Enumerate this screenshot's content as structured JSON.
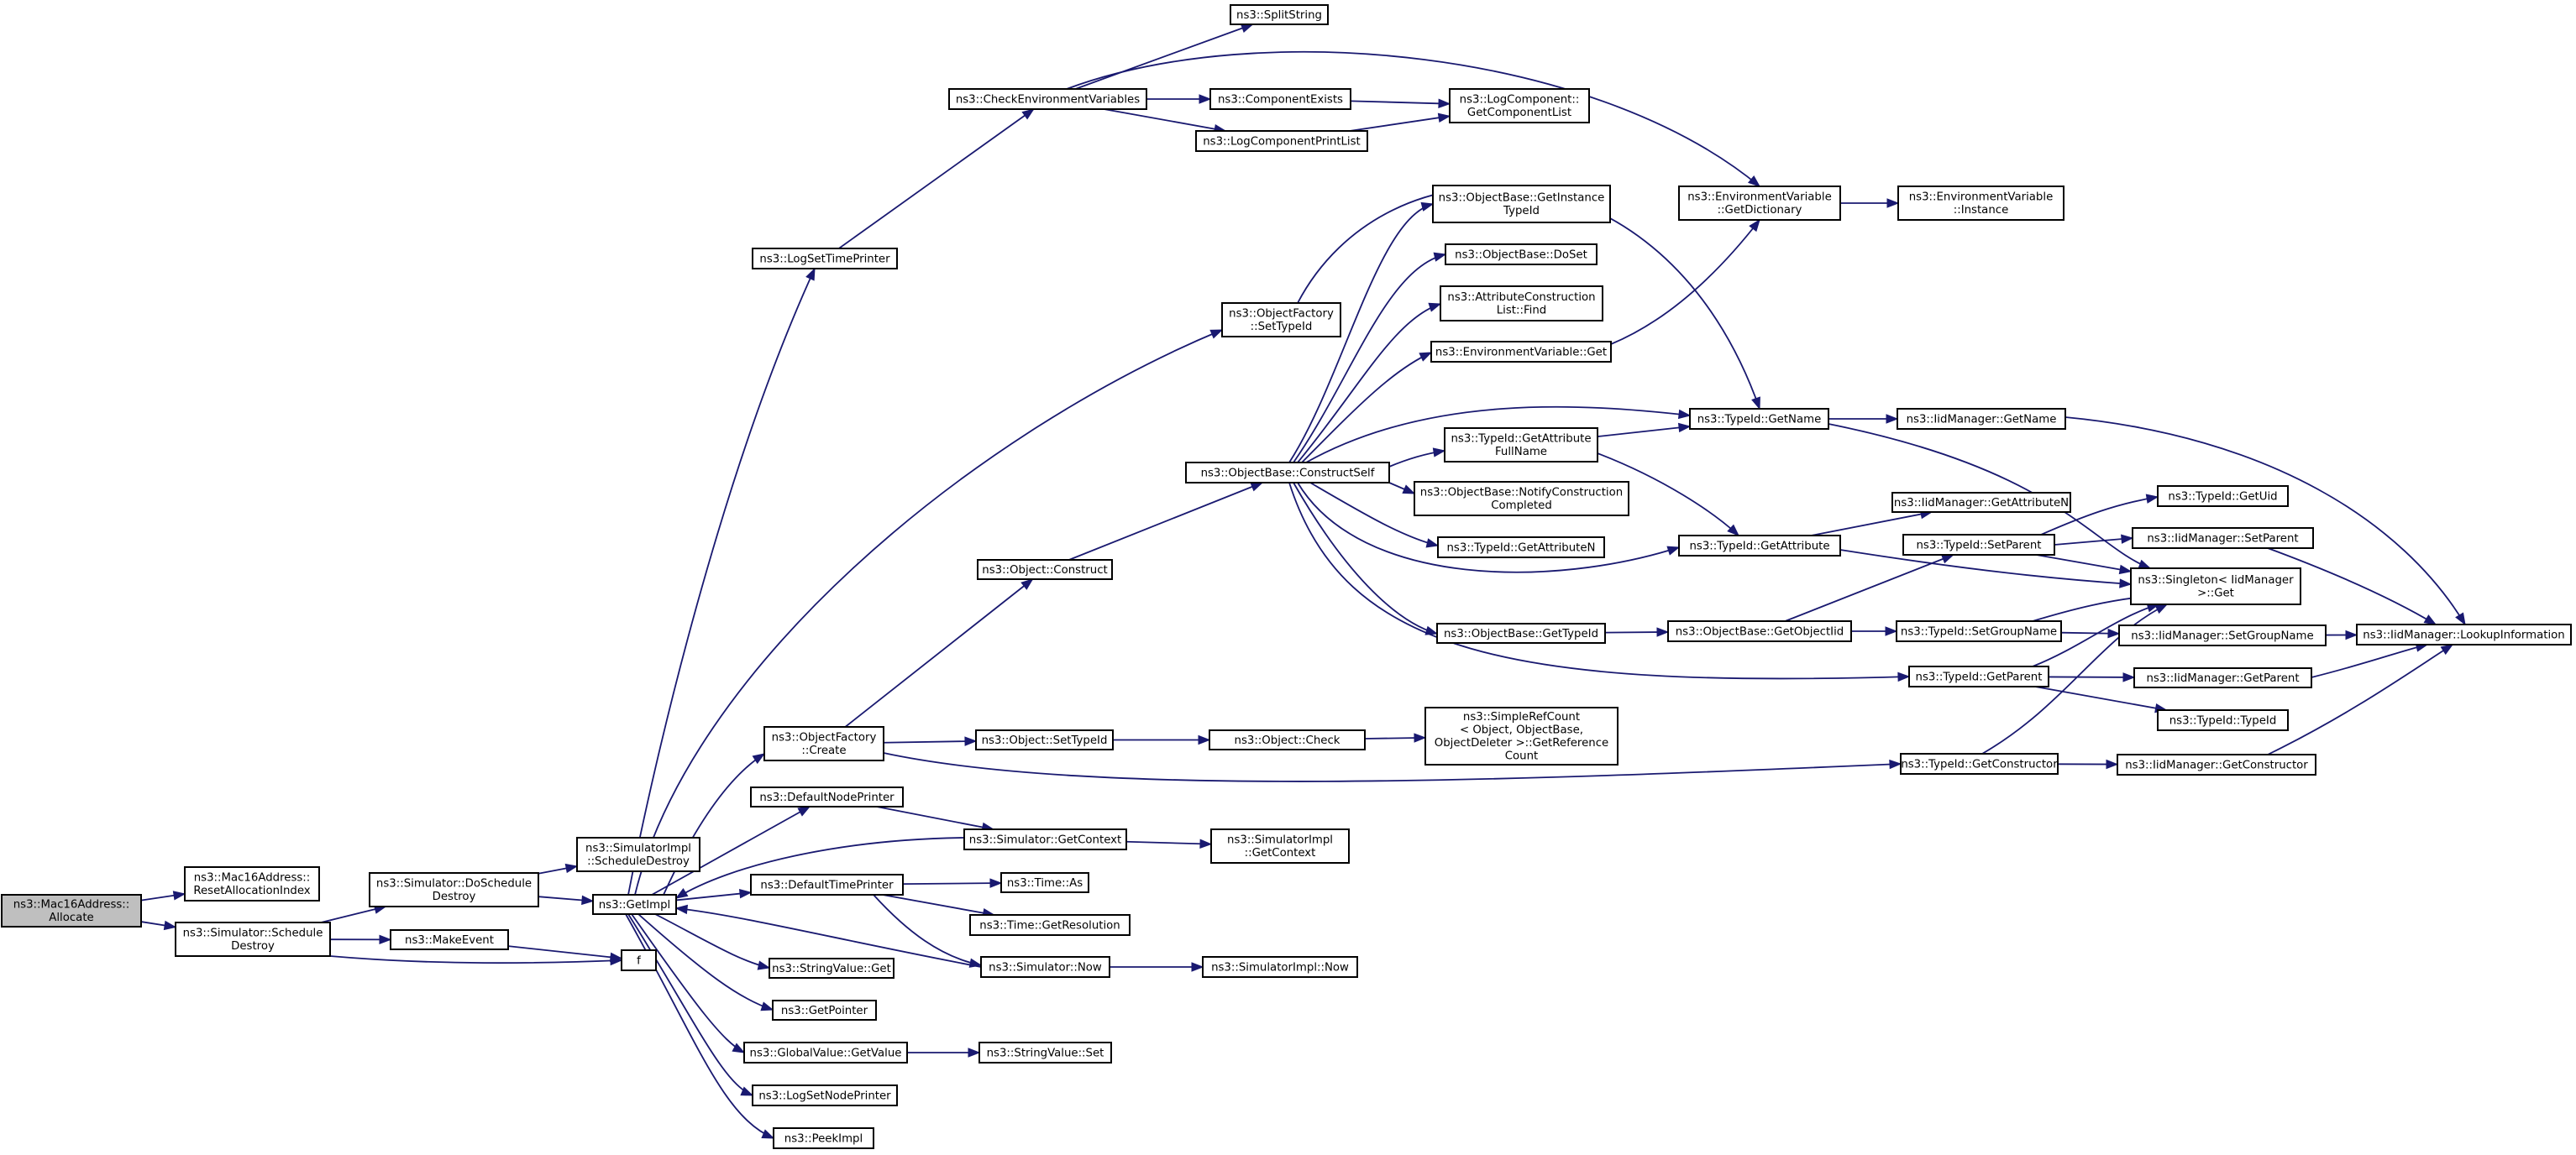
{
  "diagram": {
    "type": "call-graph",
    "edge_color": "#191970",
    "root_fill": "#bfbfbf",
    "node_fill": "#ffffff",
    "nodes": [
      {
        "id": "n_alloc",
        "lines": [
          "ns3::Mac16Address::",
          "Allocate"
        ],
        "root": true
      },
      {
        "id": "n_reset",
        "lines": [
          "ns3::Mac16Address::",
          "ResetAllocationIndex"
        ]
      },
      {
        "id": "n_schedDestroy",
        "lines": [
          "ns3::Simulator::Schedule",
          "Destroy"
        ]
      },
      {
        "id": "n_doSchedDestroy",
        "lines": [
          "ns3::Simulator::DoSchedule",
          "Destroy"
        ]
      },
      {
        "id": "n_makeEvent",
        "lines": [
          "ns3::MakeEvent"
        ]
      },
      {
        "id": "n_f",
        "lines": [
          "f"
        ]
      },
      {
        "id": "n_simImplSchedDestroy",
        "lines": [
          "ns3::SimulatorImpl",
          "::ScheduleDestroy"
        ]
      },
      {
        "id": "n_getImpl",
        "lines": [
          "ns3::GetImpl"
        ]
      },
      {
        "id": "n_logSetTimePrinter",
        "lines": [
          "ns3::LogSetTimePrinter"
        ]
      },
      {
        "id": "n_ofCreate",
        "lines": [
          "ns3::ObjectFactory",
          "::Create"
        ]
      },
      {
        "id": "n_defaultNodePrinter",
        "lines": [
          "ns3::DefaultNodePrinter"
        ]
      },
      {
        "id": "n_defaultTimePrinter",
        "lines": [
          "ns3::DefaultTimePrinter"
        ]
      },
      {
        "id": "n_stringValueGet",
        "lines": [
          "ns3::StringValue::Get"
        ]
      },
      {
        "id": "n_getPointer",
        "lines": [
          "ns3::GetPointer"
        ]
      },
      {
        "id": "n_globalValueGetValue",
        "lines": [
          "ns3::GlobalValue::GetValue"
        ]
      },
      {
        "id": "n_logSetNodePrinter",
        "lines": [
          "ns3::LogSetNodePrinter"
        ]
      },
      {
        "id": "n_peekImpl",
        "lines": [
          "ns3::PeekImpl"
        ]
      },
      {
        "id": "n_checkEnvVars",
        "lines": [
          "ns3::CheckEnvironmentVariables"
        ]
      },
      {
        "id": "n_splitString",
        "lines": [
          "ns3::SplitString"
        ]
      },
      {
        "id": "n_componentExists",
        "lines": [
          "ns3::ComponentExists"
        ]
      },
      {
        "id": "n_logComponentPrintList",
        "lines": [
          "ns3::LogComponentPrintList"
        ]
      },
      {
        "id": "n_logCompGetList",
        "lines": [
          "ns3::LogComponent::",
          "GetComponentList"
        ]
      },
      {
        "id": "n_envVarGetDict",
        "lines": [
          "ns3::EnvironmentVariable",
          "::GetDictionary"
        ]
      },
      {
        "id": "n_envVarInstance",
        "lines": [
          "ns3::EnvironmentVariable",
          "::Instance"
        ]
      },
      {
        "id": "n_ofSetTypeId",
        "lines": [
          "ns3::ObjectFactory",
          "::SetTypeId"
        ]
      },
      {
        "id": "n_objectConstruct",
        "lines": [
          "ns3::Object::Construct"
        ]
      },
      {
        "id": "n_objectSetTypeId",
        "lines": [
          "ns3::Object::SetTypeId"
        ]
      },
      {
        "id": "n_simGetContext",
        "lines": [
          "ns3::Simulator::GetContext"
        ]
      },
      {
        "id": "n_timeAs",
        "lines": [
          "ns3::Time::As"
        ]
      },
      {
        "id": "n_timeGetResolution",
        "lines": [
          "ns3::Time::GetResolution"
        ]
      },
      {
        "id": "n_simNow",
        "lines": [
          "ns3::Simulator::Now"
        ]
      },
      {
        "id": "n_stringValueSet",
        "lines": [
          "ns3::StringValue::Set"
        ]
      },
      {
        "id": "n_objBaseConstructSelf",
        "lines": [
          "ns3::ObjectBase::ConstructSelf"
        ]
      },
      {
        "id": "n_objectCheck",
        "lines": [
          "ns3::Object::Check"
        ]
      },
      {
        "id": "n_simImplGetContext",
        "lines": [
          "ns3::SimulatorImpl",
          "::GetContext"
        ]
      },
      {
        "id": "n_simImplNow",
        "lines": [
          "ns3::SimulatorImpl::Now"
        ]
      },
      {
        "id": "n_objBaseGetInstanceTypeId",
        "lines": [
          "ns3::ObjectBase::GetInstance",
          "TypeId"
        ]
      },
      {
        "id": "n_objBaseDoSet",
        "lines": [
          "ns3::ObjectBase::DoSet"
        ]
      },
      {
        "id": "n_attrConstrListFind",
        "lines": [
          "ns3::AttributeConstruction",
          "List::Find"
        ]
      },
      {
        "id": "n_envVarGet",
        "lines": [
          "ns3::EnvironmentVariable::Get"
        ]
      },
      {
        "id": "n_typeIdGetAttrFullName",
        "lines": [
          "ns3::TypeId::GetAttribute",
          "FullName"
        ]
      },
      {
        "id": "n_objBaseNotifyConstrCompleted",
        "lines": [
          "ns3::ObjectBase::NotifyConstruction",
          "Completed"
        ]
      },
      {
        "id": "n_typeIdGetAttributeN",
        "lines": [
          "ns3::TypeId::GetAttributeN"
        ]
      },
      {
        "id": "n_objBaseGetTypeId",
        "lines": [
          "ns3::ObjectBase::GetTypeId"
        ]
      },
      {
        "id": "n_simpleRefCount",
        "lines": [
          "ns3::SimpleRefCount",
          "< Object, ObjectBase,",
          "ObjectDeleter >::GetReference",
          "Count"
        ]
      },
      {
        "id": "n_typeIdGetName",
        "lines": [
          "ns3::TypeId::GetName"
        ]
      },
      {
        "id": "n_typeIdGetAttribute",
        "lines": [
          "ns3::TypeId::GetAttribute"
        ]
      },
      {
        "id": "n_objBaseGetObjectIid",
        "lines": [
          "ns3::ObjectBase::GetObjectIid"
        ]
      },
      {
        "id": "n_typeIdSetParent",
        "lines": [
          "ns3::TypeId::SetParent"
        ]
      },
      {
        "id": "n_typeIdSetGroupName",
        "lines": [
          "ns3::TypeId::SetGroupName"
        ]
      },
      {
        "id": "n_typeIdGetParent",
        "lines": [
          "ns3::TypeId::GetParent"
        ]
      },
      {
        "id": "n_typeIdGetConstructor",
        "lines": [
          "ns3::TypeId::GetConstructor"
        ]
      },
      {
        "id": "n_iidGetName",
        "lines": [
          "ns3::IidManager::GetName"
        ]
      },
      {
        "id": "n_iidGetAttributeN",
        "lines": [
          "ns3::IidManager::GetAttributeN"
        ]
      },
      {
        "id": "n_typeIdGetUid",
        "lines": [
          "ns3::TypeId::GetUid"
        ]
      },
      {
        "id": "n_iidSetParent",
        "lines": [
          "ns3::IidManager::SetParent"
        ]
      },
      {
        "id": "n_singletonGet",
        "lines": [
          "ns3::Singleton< IidManager",
          ">::Get"
        ]
      },
      {
        "id": "n_iidSetGroupName",
        "lines": [
          "ns3::IidManager::SetGroupName"
        ]
      },
      {
        "id": "n_iidGetParent",
        "lines": [
          "ns3::IidManager::GetParent"
        ]
      },
      {
        "id": "n_typeIdTypeId",
        "lines": [
          "ns3::TypeId::TypeId"
        ]
      },
      {
        "id": "n_iidGetConstructor",
        "lines": [
          "ns3::IidManager::GetConstructor"
        ]
      },
      {
        "id": "n_iidLookupInfo",
        "lines": [
          "ns3::IidManager::LookupInformation"
        ]
      }
    ],
    "edges": [
      [
        "n_alloc",
        "n_reset"
      ],
      [
        "n_alloc",
        "n_schedDestroy"
      ],
      [
        "n_schedDestroy",
        "n_doSchedDestroy"
      ],
      [
        "n_schedDestroy",
        "n_makeEvent"
      ],
      [
        "n_schedDestroy",
        "n_f"
      ],
      [
        "n_makeEvent",
        "n_f"
      ],
      [
        "n_doSchedDestroy",
        "n_simImplSchedDestroy"
      ],
      [
        "n_doSchedDestroy",
        "n_getImpl"
      ],
      [
        "n_getImpl",
        "n_logSetTimePrinter"
      ],
      [
        "n_getImpl",
        "n_ofSetTypeId"
      ],
      [
        "n_getImpl",
        "n_ofCreate"
      ],
      [
        "n_getImpl",
        "n_defaultNodePrinter"
      ],
      [
        "n_getImpl",
        "n_defaultTimePrinter"
      ],
      [
        "n_getImpl",
        "n_stringValueGet"
      ],
      [
        "n_getImpl",
        "n_getPointer"
      ],
      [
        "n_getImpl",
        "n_globalValueGetValue"
      ],
      [
        "n_getImpl",
        "n_logSetNodePrinter"
      ],
      [
        "n_getImpl",
        "n_peekImpl"
      ],
      [
        "n_simGetContext",
        "n_getImpl"
      ],
      [
        "n_simNow",
        "n_getImpl"
      ],
      [
        "n_logSetTimePrinter",
        "n_checkEnvVars"
      ],
      [
        "n_checkEnvVars",
        "n_splitString"
      ],
      [
        "n_checkEnvVars",
        "n_componentExists"
      ],
      [
        "n_checkEnvVars",
        "n_logComponentPrintList"
      ],
      [
        "n_checkEnvVars",
        "n_envVarGetDict"
      ],
      [
        "n_componentExists",
        "n_logCompGetList"
      ],
      [
        "n_logComponentPrintList",
        "n_logCompGetList"
      ],
      [
        "n_envVarGetDict",
        "n_envVarInstance"
      ],
      [
        "n_ofSetTypeId",
        "n_typeIdGetName"
      ],
      [
        "n_ofCreate",
        "n_objectConstruct"
      ],
      [
        "n_ofCreate",
        "n_objectSetTypeId"
      ],
      [
        "n_ofCreate",
        "n_typeIdGetConstructor"
      ],
      [
        "n_objectConstruct",
        "n_objBaseConstructSelf"
      ],
      [
        "n_objectSetTypeId",
        "n_objectCheck"
      ],
      [
        "n_objectCheck",
        "n_simpleRefCount"
      ],
      [
        "n_defaultNodePrinter",
        "n_simGetContext"
      ],
      [
        "n_simGetContext",
        "n_simImplGetContext"
      ],
      [
        "n_defaultTimePrinter",
        "n_timeAs"
      ],
      [
        "n_defaultTimePrinter",
        "n_timeGetResolution"
      ],
      [
        "n_defaultTimePrinter",
        "n_simNow"
      ],
      [
        "n_simNow",
        "n_simImplNow"
      ],
      [
        "n_globalValueGetValue",
        "n_stringValueSet"
      ],
      [
        "n_objBaseConstructSelf",
        "n_objBaseGetInstanceTypeId"
      ],
      [
        "n_objBaseConstructSelf",
        "n_objBaseDoSet"
      ],
      [
        "n_objBaseConstructSelf",
        "n_attrConstrListFind"
      ],
      [
        "n_objBaseConstructSelf",
        "n_envVarGet"
      ],
      [
        "n_objBaseConstructSelf",
        "n_typeIdGetName"
      ],
      [
        "n_objBaseConstructSelf",
        "n_typeIdGetAttrFullName"
      ],
      [
        "n_objBaseConstructSelf",
        "n_objBaseNotifyConstrCompleted"
      ],
      [
        "n_objBaseConstructSelf",
        "n_typeIdGetAttributeN"
      ],
      [
        "n_objBaseConstructSelf",
        "n_typeIdGetAttribute"
      ],
      [
        "n_objBaseConstructSelf",
        "n_objBaseGetTypeId"
      ],
      [
        "n_objBaseConstructSelf",
        "n_typeIdGetParent"
      ],
      [
        "n_envVarGet",
        "n_envVarGetDict"
      ],
      [
        "n_typeIdGetAttrFullName",
        "n_typeIdGetName"
      ],
      [
        "n_typeIdGetAttrFullName",
        "n_typeIdGetAttribute"
      ],
      [
        "n_typeIdGetName",
        "n_iidGetName"
      ],
      [
        "n_typeIdGetName",
        "n_singletonGet"
      ],
      [
        "n_typeIdGetAttribute",
        "n_iidGetAttributeN"
      ],
      [
        "n_typeIdGetAttribute",
        "n_singletonGet"
      ],
      [
        "n_objBaseGetTypeId",
        "n_objBaseGetObjectIid"
      ],
      [
        "n_objBaseGetObjectIid",
        "n_typeIdSetParent"
      ],
      [
        "n_objBaseGetObjectIid",
        "n_typeIdSetGroupName"
      ],
      [
        "n_typeIdSetParent",
        "n_typeIdGetUid"
      ],
      [
        "n_typeIdSetParent",
        "n_iidSetParent"
      ],
      [
        "n_typeIdSetParent",
        "n_singletonGet"
      ],
      [
        "n_typeIdSetGroupName",
        "n_singletonGet"
      ],
      [
        "n_typeIdSetGroupName",
        "n_iidSetGroupName"
      ],
      [
        "n_typeIdGetParent",
        "n_singletonGet"
      ],
      [
        "n_typeIdGetParent",
        "n_iidGetParent"
      ],
      [
        "n_typeIdGetParent",
        "n_typeIdTypeId"
      ],
      [
        "n_typeIdGetConstructor",
        "n_singletonGet"
      ],
      [
        "n_typeIdGetConstructor",
        "n_iidGetConstructor"
      ],
      [
        "n_iidGetName",
        "n_iidLookupInfo"
      ],
      [
        "n_iidSetParent",
        "n_iidLookupInfo"
      ],
      [
        "n_iidSetGroupName",
        "n_iidLookupInfo"
      ],
      [
        "n_iidGetParent",
        "n_iidLookupInfo"
      ],
      [
        "n_iidGetConstructor",
        "n_iidLookupInfo"
      ]
    ]
  }
}
